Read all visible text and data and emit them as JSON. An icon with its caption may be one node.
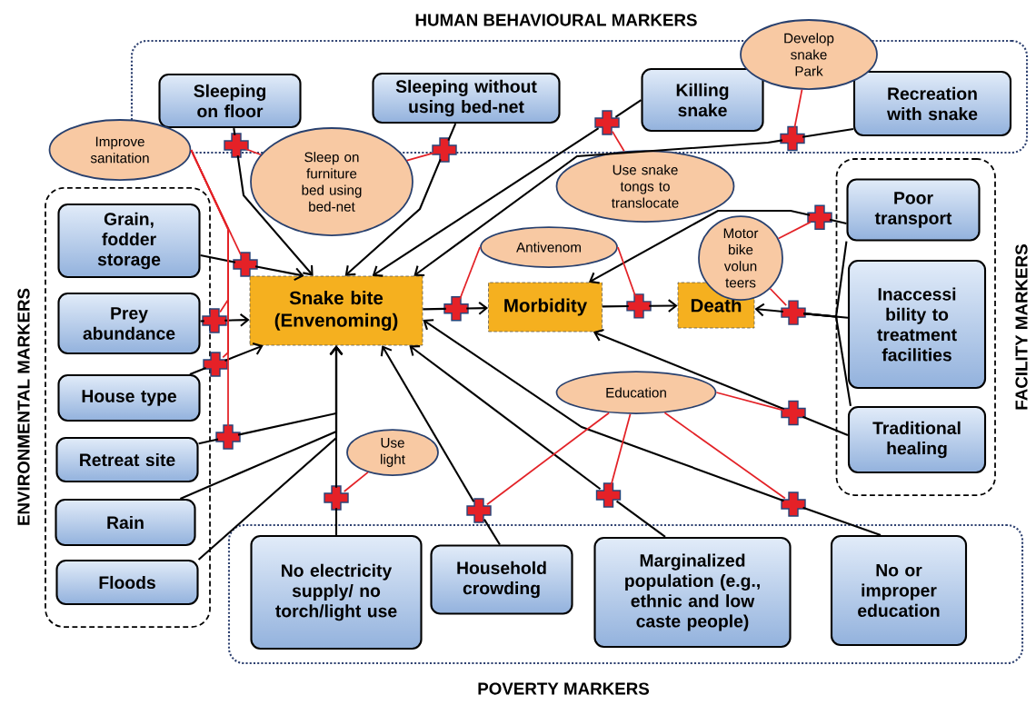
{
  "diagram": {
    "nodes": [
      {
        "text": [
          "HUMAN BEHAVIOURAL MARKERS"
        ]
      },
      {
        "text": [
          "Sleeping on floor"
        ],
        "in": 0
      },
      {
        "text": [
          "Sleeping without using bed-net"
        ],
        "in": 0
      },
      {
        "text": [
          "Killing snake"
        ],
        "in": 0
      },
      {
        "text": [
          "Recreation with snake"
        ],
        "in": 0
      },
      {
        "text": [
          "ENVIRONMENTAL MARKERS"
        ]
      },
      {
        "text": [
          "Grain, fodder storage"
        ],
        "in": 5
      },
      {
        "text": [
          "Prey abundance"
        ],
        "in": 5
      },
      {
        "text": [
          "House type"
        ],
        "in": 5
      },
      {
        "text": [
          "Retreat site"
        ],
        "in": 5
      },
      {
        "text": [
          "Rain"
        ],
        "in": 5
      },
      {
        "text": [
          "Floods"
        ],
        "in": 5
      },
      {
        "text": [
          "FACILITY MARKERS"
        ]
      },
      {
        "text": [
          "Poor transport"
        ],
        "in": 12
      },
      {
        "text": [
          "Inaccessi bility to treatment facilities"
        ],
        "in": 12
      },
      {
        "text": [
          "Traditional healing"
        ],
        "in": 12
      },
      {
        "text": [
          "POVERTY MARKERS"
        ]
      },
      {
        "text": [
          "No electricity supply/ no torch/light use"
        ],
        "in": 16
      },
      {
        "text": [
          "Household crowding"
        ],
        "in": 16
      },
      {
        "text": [
          "Marginalized population (e.g., ethnic and low caste people)"
        ],
        "in": 16
      },
      {
        "text": [
          "No or improper education"
        ],
        "in": 16
      },
      {
        "text": [
          "Snake bite (Envenoming)"
        ]
      },
      {
        "text": [
          "Morbidity"
        ]
      },
      {
        "text": [
          "Death"
        ]
      },
      {
        "text": [
          "Improve sanitation"
        ]
      },
      {
        "text": [
          "Sleep on furniture bed using bed-net"
        ]
      },
      {
        "text": [
          "Develop snake Park"
        ]
      },
      {
        "text": [
          "Use snake tongs to translocate"
        ]
      },
      {
        "text": [
          "Antivenom"
        ]
      },
      {
        "text": [
          "Motor bike volun teers"
        ]
      },
      {
        "text": [
          "Use light"
        ]
      },
      {
        "text": [
          "Education"
        ]
      },
      {
        "text": [],
        "shape": "cross"
      },
      {
        "text": [],
        "shape": "cross"
      },
      {
        "text": [],
        "shape": "cross",
        "in": 0
      },
      {
        "text": [],
        "shape": "cross",
        "in": 0
      },
      {
        "text": [],
        "shape": "cross"
      },
      {
        "text": [],
        "shape": "cross"
      },
      {
        "text": [],
        "shape": "cross"
      },
      {
        "text": [],
        "shape": "cross"
      },
      {
        "text": [],
        "shape": "cross"
      },
      {
        "text": [],
        "shape": "cross"
      },
      {
        "text": [],
        "shape": "cross"
      },
      {
        "text": [],
        "shape": "cross"
      },
      {
        "text": [],
        "shape": "cross"
      },
      {
        "text": [],
        "shape": "cross"
      },
      {
        "text": [],
        "shape": "cross"
      },
      {
        "text": [],
        "shape": "cross"
      },
      {
        "text": [],
        "shape": "cross"
      }
    ],
    "edges": [
      {
        "from": 1,
        "to": 32,
        "arrow": "none"
      },
      {
        "from": 32,
        "to": 21,
        "arrow": "to"
      },
      {
        "from": 2,
        "to": 33,
        "arrow": "none"
      },
      {
        "from": 33,
        "to": 21,
        "arrow": "to"
      },
      {
        "from": 3,
        "to": 34,
        "arrow": "none"
      },
      {
        "from": 34,
        "to": 21,
        "arrow": "to"
      },
      {
        "from": 4,
        "to": 35,
        "arrow": "none"
      },
      {
        "from": 35,
        "to": 21,
        "arrow": "to"
      },
      {
        "from": 6,
        "to": 36,
        "arrow": "none"
      },
      {
        "from": 36,
        "to": 21,
        "arrow": "to"
      },
      {
        "from": 7,
        "to": 37,
        "arrow": "none"
      },
      {
        "from": 37,
        "to": 21,
        "arrow": "to"
      },
      {
        "from": 8,
        "to": 38,
        "arrow": "none"
      },
      {
        "from": 38,
        "to": 21,
        "arrow": "to"
      },
      {
        "from": 9,
        "to": 39,
        "arrow": "none"
      },
      {
        "from": 39,
        "to": 21,
        "arrow": "to"
      },
      {
        "from": 10,
        "to": 21,
        "arrow": "to"
      },
      {
        "from": 11,
        "to": 21,
        "arrow": "to"
      },
      {
        "from": 17,
        "to": 40,
        "arrow": "none"
      },
      {
        "from": 40,
        "to": 21,
        "arrow": "to"
      },
      {
        "from": 18,
        "to": 41,
        "arrow": "none"
      },
      {
        "from": 41,
        "to": 21,
        "arrow": "to"
      },
      {
        "from": 19,
        "to": 42,
        "arrow": "none"
      },
      {
        "from": 42,
        "to": 21,
        "arrow": "to"
      },
      {
        "from": 20,
        "to": 43,
        "arrow": "none"
      },
      {
        "from": 43,
        "to": 21,
        "arrow": "to"
      },
      {
        "from": 21,
        "to": 44,
        "arrow": "none"
      },
      {
        "from": 44,
        "to": 22,
        "arrow": "to"
      },
      {
        "from": 22,
        "to": 45,
        "arrow": "none"
      },
      {
        "from": 45,
        "to": 23,
        "arrow": "to"
      },
      {
        "from": 13,
        "to": 46,
        "arrow": "none"
      },
      {
        "from": 46,
        "to": 22,
        "arrow": "to"
      },
      {
        "from": 14,
        "to": 47,
        "arrow": "none"
      },
      {
        "from": 47,
        "to": 23,
        "arrow": "to"
      },
      {
        "from": 13,
        "to": 47,
        "arrow": "none"
      },
      {
        "from": 15,
        "to": 47,
        "arrow": "none"
      },
      {
        "from": 15,
        "to": 48,
        "arrow": "none"
      },
      {
        "from": 48,
        "to": 22,
        "arrow": "to"
      },
      {
        "from": 25,
        "to": 32,
        "arrow": "none",
        "color": "#e32227"
      },
      {
        "from": 25,
        "to": 33,
        "arrow": "none",
        "color": "#e32227"
      },
      {
        "from": 27,
        "to": 34,
        "arrow": "none",
        "color": "#e32227"
      },
      {
        "from": 26,
        "to": 35,
        "arrow": "none",
        "color": "#e32227"
      },
      {
        "from": 24,
        "to": 36,
        "arrow": "none",
        "color": "#e32227"
      },
      {
        "from": 24,
        "to": 37,
        "arrow": "none",
        "color": "#e32227"
      },
      {
        "from": 24,
        "to": 38,
        "arrow": "none",
        "color": "#e32227"
      },
      {
        "from": 24,
        "to": 39,
        "arrow": "none",
        "color": "#e32227"
      },
      {
        "from": 30,
        "to": 40,
        "arrow": "none",
        "color": "#e32227"
      },
      {
        "from": 31,
        "to": 41,
        "arrow": "none",
        "color": "#e32227"
      },
      {
        "from": 31,
        "to": 42,
        "arrow": "none",
        "color": "#e32227"
      },
      {
        "from": 31,
        "to": 43,
        "arrow": "none",
        "color": "#e32227"
      },
      {
        "from": 31,
        "to": 48,
        "arrow": "none",
        "color": "#e32227"
      },
      {
        "from": 28,
        "to": 44,
        "arrow": "none",
        "color": "#e32227"
      },
      {
        "from": 28,
        "to": 45,
        "arrow": "none",
        "color": "#e32227"
      },
      {
        "from": 29,
        "to": 46,
        "arrow": "none",
        "color": "#e32227"
      },
      {
        "from": 29,
        "to": 47,
        "arrow": "none",
        "color": "#e32227"
      }
    ]
  }
}
